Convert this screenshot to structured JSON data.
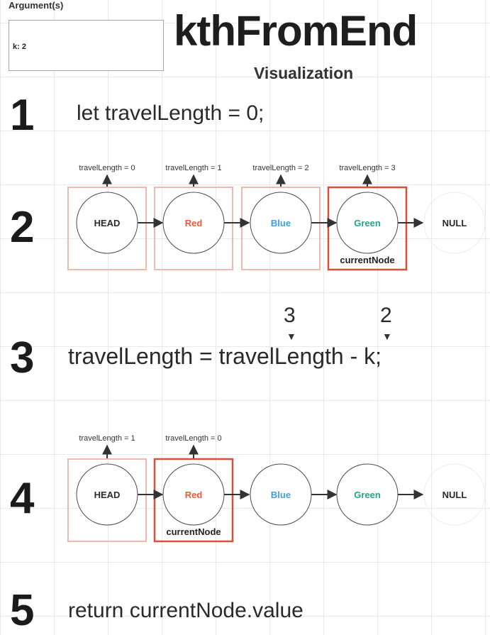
{
  "arguments": {
    "header": "Argument(s)",
    "value": "k: 2"
  },
  "title": "kthFromEnd",
  "subtitle": "Visualization",
  "steps": {
    "s1": {
      "number": "1",
      "code": "let travelLength = 0;"
    },
    "s2": {
      "number": "2",
      "counters": [
        "travelLength = 0",
        "travelLength = 1",
        "travelLength = 2",
        "travelLength = 3"
      ],
      "nodes": [
        "HEAD",
        "Red",
        "Blue",
        "Green",
        "NULL"
      ],
      "current_label": "currentNode"
    },
    "s3": {
      "number": "3",
      "code": "travelLength = travelLength - k;",
      "value_travel": "3",
      "value_k": "2"
    },
    "s4": {
      "number": "4",
      "counters": [
        "travelLength = 1",
        "travelLength = 0"
      ],
      "nodes": [
        "HEAD",
        "Red",
        "Blue",
        "Green",
        "NULL"
      ],
      "current_label": "currentNode"
    },
    "s5": {
      "number": "5",
      "code": "return currentNode.value"
    }
  },
  "colors": {
    "red": "#e8593c",
    "blue": "#3aa1dd",
    "green": "#1fa58a",
    "highlight_border": "#d9503a",
    "faded_border": "#f2b8ab"
  }
}
